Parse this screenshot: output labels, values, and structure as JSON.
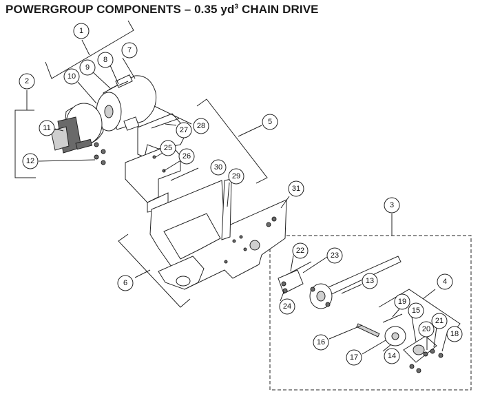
{
  "page": {
    "title_main": "POWERGROUP COMPONENTS – 0.35 yd",
    "title_sup": "3",
    "title_tail": " CHAIN DRIVE"
  },
  "callouts": [
    "1",
    "2",
    "3",
    "4",
    "5",
    "6",
    "7",
    "8",
    "9",
    "10",
    "11",
    "12",
    "13",
    "14",
    "15",
    "16",
    "17",
    "18",
    "19",
    "20",
    "21",
    "22",
    "23",
    "24",
    "25",
    "26",
    "27",
    "28",
    "29",
    "30",
    "31"
  ]
}
